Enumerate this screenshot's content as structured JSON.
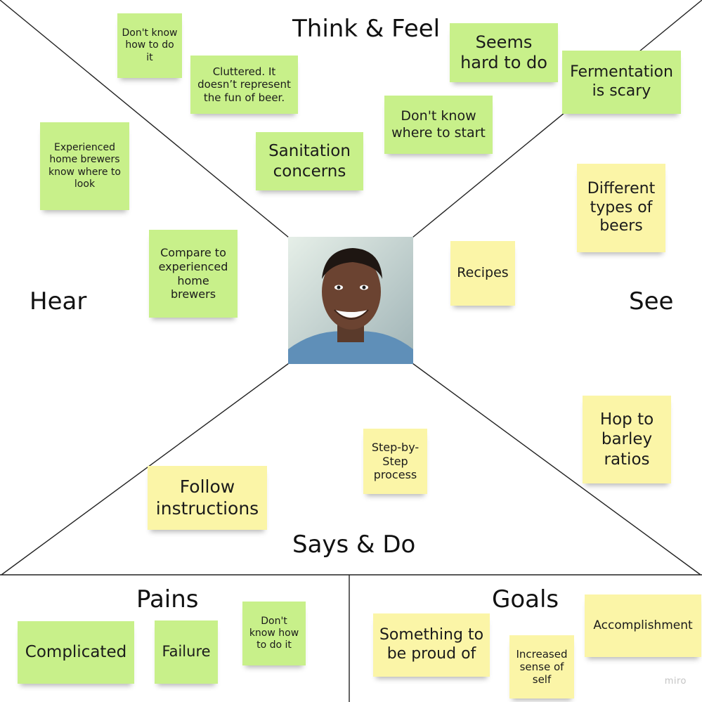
{
  "titles": {
    "think_feel": "Think & Feel",
    "hear": "Hear",
    "see": "See",
    "says_do": "Says & Do",
    "pains": "Pains",
    "goals": "Goals"
  },
  "notes": {
    "dont_know_how_top": "Don't know how to do it",
    "cluttered": "Cluttered. It doesn’t represent the fun of beer.",
    "seems_hard": "Seems hard to do",
    "fermentation": "Fermentation is scary",
    "dont_know_where": "Don't know where to start",
    "sanitation": "Sanitation concerns",
    "experienced_know": "Experienced home brewers know where to look",
    "compare": "Compare to experienced home brewers",
    "different_beers": "Different types of beers",
    "recipes": "Recipes",
    "hop_barley": "Hop to barley ratios",
    "step_by_step": "Step-by-Step process",
    "follow": "Follow instructions",
    "complicated": "Complicated",
    "failure": "Failure",
    "dont_know_how_pains": "Don't know how to do it",
    "proud": "Something to be proud of",
    "increased_self": "Increased sense of self",
    "accomplishment": "Accomplishment"
  },
  "colors": {
    "green_note": "#c8f08a",
    "yellow_note": "#fbf5a7",
    "lines": "#222222"
  },
  "watermark": "miro"
}
